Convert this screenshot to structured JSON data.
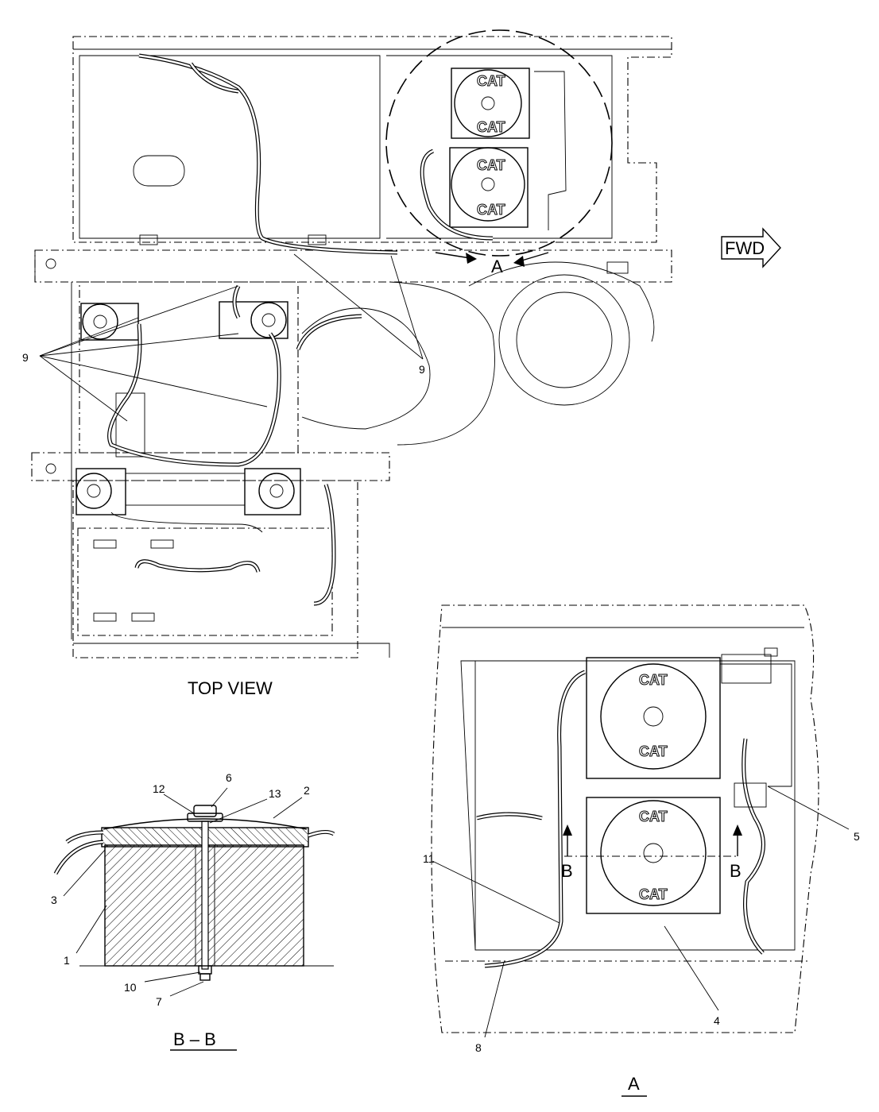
{
  "views": {
    "top_view_title": "TOP VIEW",
    "section_title": "B – B",
    "detail_title": "A",
    "fwd_label": "FWD",
    "detail_marker": "A",
    "section_marker_left": "B",
    "section_marker_right": "B"
  },
  "callouts": {
    "c1": "1",
    "c2": "2",
    "c3": "3",
    "c4": "4",
    "c5": "5",
    "c6": "6",
    "c7": "7",
    "c8": "8",
    "c9_left": "9",
    "c9_right": "9",
    "c10": "10",
    "c11": "11",
    "c12": "12",
    "c13": "13"
  },
  "battery_logo": "CAT"
}
